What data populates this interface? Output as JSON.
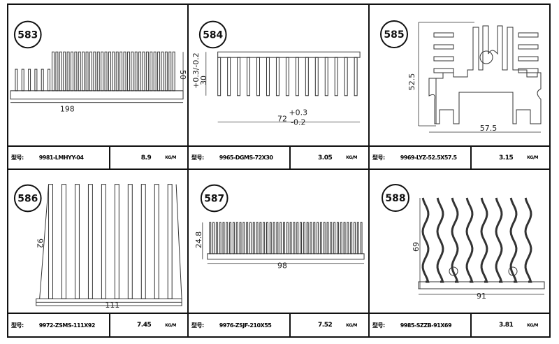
{
  "label": "型号:",
  "unit": "KG/M",
  "items": [
    {
      "no": "583",
      "code": "9981-LMHYY-04",
      "weight": "8.9",
      "dims": [
        "198",
        "50"
      ]
    },
    {
      "no": "584",
      "code": "9965-DGMS-72X30",
      "weight": "3.05",
      "dims": [
        "72",
        "+0.3",
        "-0.2",
        "30",
        "+0.3",
        "-0.2"
      ]
    },
    {
      "no": "585",
      "code": "9969-LYZ-52.5X57.5",
      "weight": "3.15",
      "dims": [
        "57.5",
        "52.5"
      ]
    },
    {
      "no": "586",
      "code": "9972-ZSMS-111X92",
      "weight": "7.45",
      "dims": [
        "111",
        "92"
      ]
    },
    {
      "no": "587",
      "code": "9976-ZSJF-210X55",
      "weight": "7.52",
      "dims": [
        "98",
        "24.8"
      ]
    },
    {
      "no": "588",
      "code": "9985-SZZB-91X69",
      "weight": "3.81",
      "dims": [
        "91",
        "69"
      ]
    }
  ]
}
